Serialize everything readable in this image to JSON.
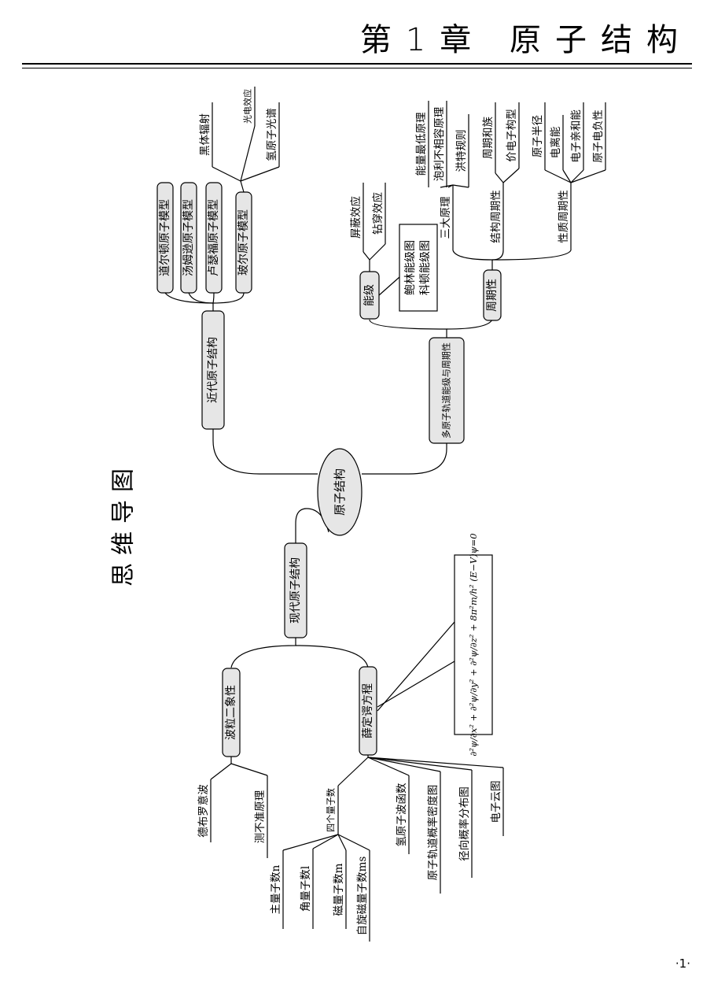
{
  "header": {
    "chapter": "第1章  原子结构"
  },
  "page_number": "·1·",
  "mindmap": {
    "heading": "思维导图",
    "root": "原子结构",
    "equation": "∂²ψ/∂x² + ∂²ψ/∂y² + ∂²ψ/∂z² + 8π²m/h² (E−V)ψ=0",
    "modern": {
      "label": "现代原子结构",
      "wave": {
        "label": "波粒二象性",
        "items": [
          "德布罗意波",
          "测不准原理"
        ]
      },
      "schrodinger": {
        "label": "薛定谔方程",
        "quantum": {
          "label": "四个量子数",
          "items": [
            "主量子数n",
            "角量子数l",
            "磁量子数m",
            "自旋磁量子数ms"
          ]
        },
        "items": [
          "氢原子波函数",
          "原子轨道概率密度图",
          "径向概率分布图",
          "电子云图"
        ]
      }
    },
    "recent": {
      "label": "近代原子结构",
      "models": [
        "道尔顿原子模型",
        "汤姆逊原子模型",
        "卢瑟福原子模型"
      ],
      "bohr": {
        "label": "玻尔原子模型",
        "items": [
          "黑体辐射",
          "光电效应",
          "氢原子光谱"
        ]
      }
    },
    "multi": {
      "label": "多原子轨道能级与周期性",
      "energy": {
        "label": "能级",
        "items": [
          "屏蔽效应",
          "钻穿效应"
        ],
        "box": [
          "鲍林能级图",
          "科顿能级图"
        ]
      },
      "period": {
        "label": "周期性",
        "three": {
          "label": "三大原理",
          "items": [
            "能量最低原理",
            "泡利不相容原理",
            "洪特规则"
          ]
        },
        "struct": {
          "label": "结构周期性",
          "items": [
            "周期和族",
            "价电子构型"
          ]
        },
        "prop": {
          "label": "性质周期性",
          "items": [
            "原子半径",
            "电离能",
            "电子亲和能",
            "原子电负性"
          ]
        }
      }
    }
  }
}
